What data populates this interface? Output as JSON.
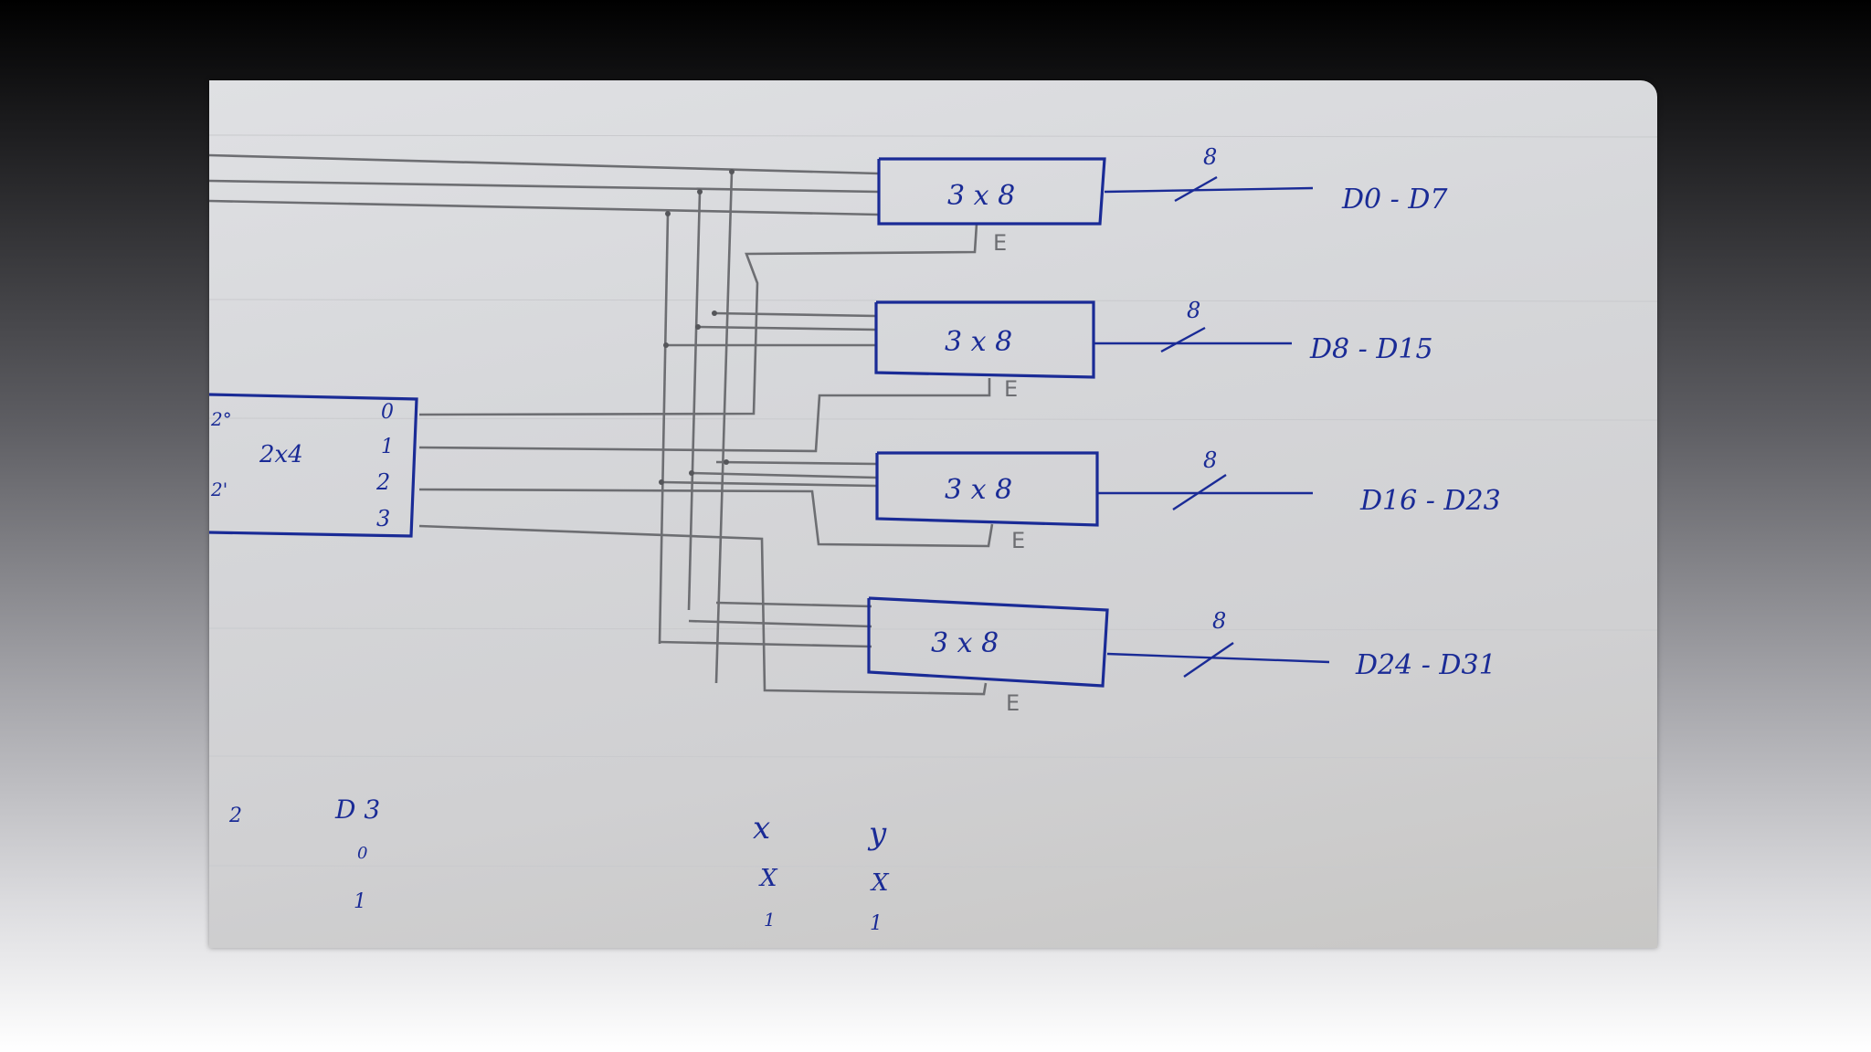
{
  "decoder_2x4": {
    "label": "2x4",
    "inputs": [
      "2°",
      "2'"
    ],
    "outputs": [
      "0",
      "1",
      "2",
      "3"
    ]
  },
  "decoders_3x8": [
    {
      "label": "3 x 8",
      "enable": "E",
      "bus_width": "8",
      "output": "D0 - D7"
    },
    {
      "label": "3 x 8",
      "enable": "E",
      "bus_width": "8",
      "output": "D8 - D15"
    },
    {
      "label": "3 x 8",
      "enable": "E",
      "bus_width": "8",
      "output": "D16 - D23"
    },
    {
      "label": "3 x 8",
      "enable": "E",
      "bus_width": "8",
      "output": "D24 - D31"
    }
  ],
  "bottom_notes": {
    "col1": [
      "2",
      "",
      ""
    ],
    "col2": [
      "D 3",
      "0",
      "1"
    ],
    "xy_headers": [
      "x",
      "y"
    ],
    "xy_row1": [
      "X",
      "X"
    ],
    "xy_row2": [
      "1",
      "1"
    ]
  },
  "colors": {
    "ink": "#1a2b96",
    "pencil": "#6d6e72",
    "paper": "#d6d7da"
  }
}
